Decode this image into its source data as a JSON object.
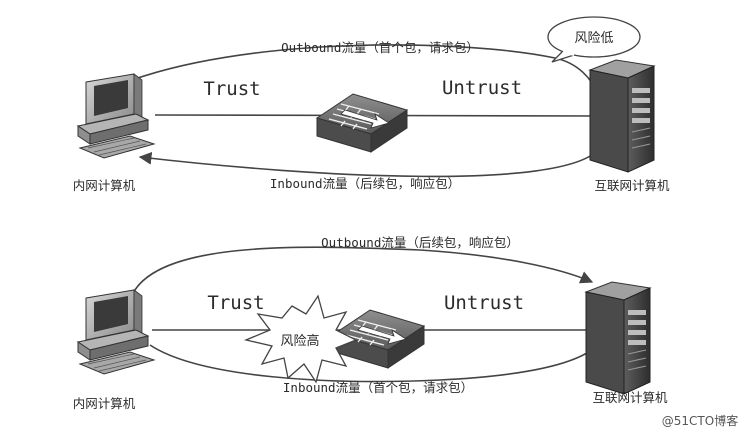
{
  "top": {
    "outbound_label": "Outbound流量（首个包，请求包）",
    "inbound_label": "Inbound流量（后续包，响应包）",
    "trust": "Trust",
    "untrust": "Untrust",
    "risk": "风险低",
    "left_caption": "内网计算机",
    "right_caption": "互联网计算机"
  },
  "bottom": {
    "outbound_label": "Outbound流量（后续包，响应包）",
    "inbound_label": "Inbound流量（首个包，请求包）",
    "trust": "Trust",
    "untrust": "Untrust",
    "risk": "风险高",
    "left_caption": "内网计算机",
    "right_caption": "互联网计算机"
  },
  "watermark": "@51CTO博客",
  "icons": {
    "client": "desktop-computer-icon",
    "server": "server-tower-icon",
    "firewall": "firewall-icon"
  },
  "colors": {
    "line": "#444444",
    "device_dark": "#4a4a4a",
    "device_light": "#bdbdbd"
  }
}
